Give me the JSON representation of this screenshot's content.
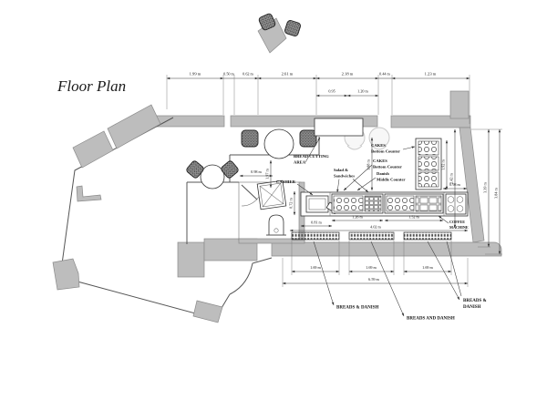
{
  "title": "Floor Plan",
  "colors": {
    "wall_fill": "#bdbdbd",
    "wall_edge": "#8a8a8a",
    "drawing_line": "#3a3a3a",
    "ghost_furniture": "#c9c9c9"
  },
  "dims": {
    "top": [
      "1.99 m",
      "0.50 m",
      "0.62 m",
      "2.61 m",
      "2.18 m",
      "0.44 m",
      "1.23 m"
    ],
    "top_sub": [
      "0.95",
      "1.20 m"
    ],
    "table_clearance": "1.97 m",
    "bread_drop": "1.88 m",
    "counter_depth": "0.72 m",
    "cashier_width": "0.81 m",
    "door_width": "0.98 m",
    "case1_width": "1.26 m",
    "case2_width": "1.52 m",
    "counter_length": "4.02 m",
    "cakes_height": "1.92 m",
    "cakes_outer_height": "2.42 m",
    "coffee_gap": "0.98 m",
    "right_inner_height": "3.39 m",
    "right_outer_height": "3.84 m",
    "shelf_widths": [
      "1.69 m",
      "1.69 m",
      "1.69 m"
    ],
    "front_total": "6.59 m"
  },
  "labels": {
    "bread_cutting_line1": "BREAD CUTTING",
    "bread_cutting_line2": "AREA",
    "salad_line1": "Salad &",
    "salad_line2": "Sandwiches",
    "cashier": "CASHIER",
    "cakes_top_line1": "CAKES",
    "cakes_top_line2": "Bottom Counter",
    "cakes_mid_line1": "CAKES",
    "cakes_mid_line2": "Bottom Counter",
    "danish_line1": "Danish",
    "danish_line2": "Middle Counter",
    "coffee_line1": "COFFEE",
    "coffee_line2": "MACHINE",
    "breads_left": "BREADS & DANISH",
    "breads_center": "BREADS AND DANISH",
    "breads_right_line1": "BREADS &",
    "breads_right_line2": "DANISH"
  }
}
